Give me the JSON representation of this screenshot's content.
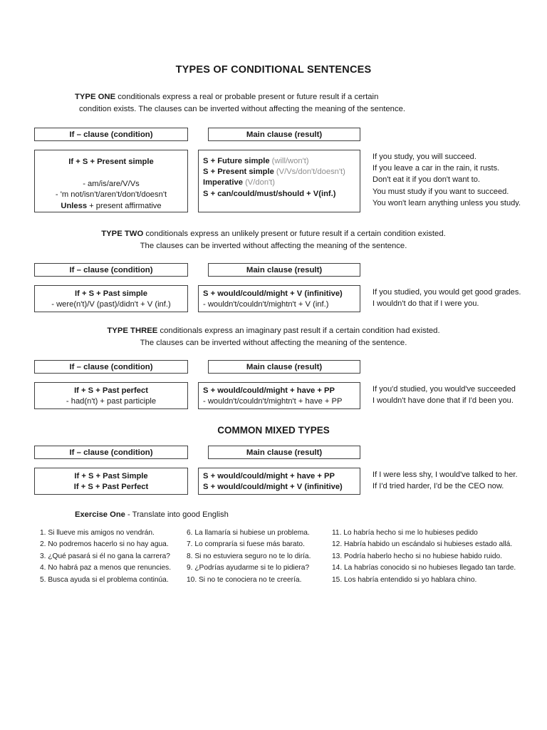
{
  "document": {
    "title": "TYPES OF CONDITIONAL SENTENCES",
    "mixed_title": "COMMON MIXED TYPES"
  },
  "labels": {
    "if_clause": "If – clause (condition)",
    "main_clause": "Main clause (result)"
  },
  "type_one": {
    "intro_line1_bold": "TYPE ONE",
    "intro_line1_rest": " conditionals express a real or probable present or future result if a certain",
    "intro_line2": "condition exists. The clauses can be inverted without affecting the meaning of the sentence.",
    "if_box": {
      "line1": "If + S + Present simple",
      "line2": "- am/is/are/V/Vs",
      "line3": "- 'm not/isn't/aren't/don't/doesn't",
      "line4_bold": "Unless",
      "line4_rest": " + present affirmative"
    },
    "main_box": {
      "r1_bold": "S + Future simple",
      "r1_gray": " (will/won't)",
      "r2_bold": "S + Present simple",
      "r2_gray": " (V/Vs/don't/doesn't)",
      "r3_bold": "Imperative",
      "r3_gray": "  (V/don't)",
      "r4_bold": "S + can/could/must/should + V(inf.)"
    },
    "examples": [
      "If you study, you will succeed.",
      "If you leave a car in the rain, it rusts.",
      "Don't eat it if you don't want to.",
      "You must study if you want to succeed.",
      "You won't learn anything unless you study."
    ]
  },
  "type_two": {
    "intro_line1_bold": "TYPE TWO",
    "intro_line1_rest": " conditionals express an unlikely present or future result if a certain condition existed.",
    "intro_line2": "The clauses can be inverted without affecting the meaning of the sentence.",
    "if_box": {
      "line1": "If + S + Past simple",
      "line2": "- were(n't)/V (past)/didn't + V (inf.)"
    },
    "main_box": {
      "line1": "S + would/could/might + V (infinitive)",
      "line2": "- wouldn't/couldn't/mightn't + V (inf.)"
    },
    "examples": [
      "If you studied, you would get good grades.",
      "I wouldn't do that if I were you."
    ]
  },
  "type_three": {
    "intro_line1_bold": "TYPE THREE",
    "intro_line1_rest": " conditionals express an imaginary past result if a certain condition had existed.",
    "intro_line2": "The clauses can be inverted without affecting the meaning of the sentence.",
    "if_box": {
      "line1": "If + S + Past perfect",
      "line2": "- had(n't) + past participle"
    },
    "main_box": {
      "line1": "S + would/could/might + have + PP",
      "line2": "- wouldn't/couldn't/mightn't + have + PP"
    },
    "examples": [
      "If you'd studied, you would've succeeded",
      "I wouldn't have done that if I'd been you."
    ]
  },
  "mixed": {
    "if_box": {
      "line1": "If + S + Past Simple",
      "line2": "If + S  + Past Perfect"
    },
    "main_box": {
      "line1": "S + would/could/might + have + PP",
      "line2": "S + would/could/might + V (infinitive)"
    },
    "examples": [
      "If I were less shy, I would've talked to her.",
      "If I'd tried harder, I'd be the CEO now."
    ]
  },
  "exercise": {
    "label": "Exercise One",
    "instruction": " - Translate into good English",
    "column1": [
      "1. Si llueve mis amigos no vendrán.",
      "2. No podremos hacerlo si no hay agua.",
      "3. ¿Qué pasará si él no gana la carrera?",
      "4. No habrá paz a menos que renuncies.",
      "5. Busca ayuda si el problema continúa."
    ],
    "column2": [
      "6. La llamaría si hubiese un problema.",
      "7. Lo compraría si fuese más barato.",
      "8. Si no estuviera seguro no te lo diría.",
      "9. ¿Podrías ayudarme si te lo pidiera?",
      "10. Si no te conociera no te creería."
    ],
    "column3": [
      "11. Lo habría hecho si me lo hubieses pedido",
      "12. Habría habido un escándalo si hubieses estado allá.",
      "13. Podría haberlo hecho si no hubiese habido ruido.",
      "14. La habrías conocido si no hubieses llegado tan tarde.",
      "15. Los habría entendido si yo hablara chino."
    ]
  }
}
